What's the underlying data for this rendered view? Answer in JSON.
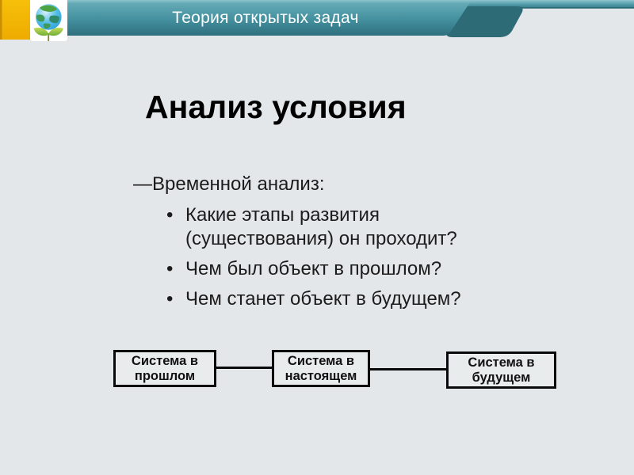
{
  "header": {
    "title": "Теория открытых задач",
    "colors": {
      "bar_top": "#8fc5cd",
      "bar_bottom": "#2f6f7d",
      "dark_accent": "#2d6b76",
      "accent_yellow": "#f4ba06",
      "title_text": "#ffffff"
    },
    "logo": "globe-sprout-logo"
  },
  "slide": {
    "background_color": "#e4e7e9",
    "title": "Анализ условия",
    "bullets": {
      "dash": "—",
      "dash_item": "Временной анализ:",
      "bullet_char": "•",
      "sub_items": [
        "Какие этапы развития (существования) он проходит?",
        "Чем был объект в прошлом?",
        "Чем станет объект в будущем?"
      ]
    },
    "diagram": {
      "boxes": [
        "Система в прошлом",
        "Система в настоящем",
        "Система в будущем"
      ],
      "box_fill": "#e9eced",
      "line_color": "#0a0a0a"
    }
  }
}
